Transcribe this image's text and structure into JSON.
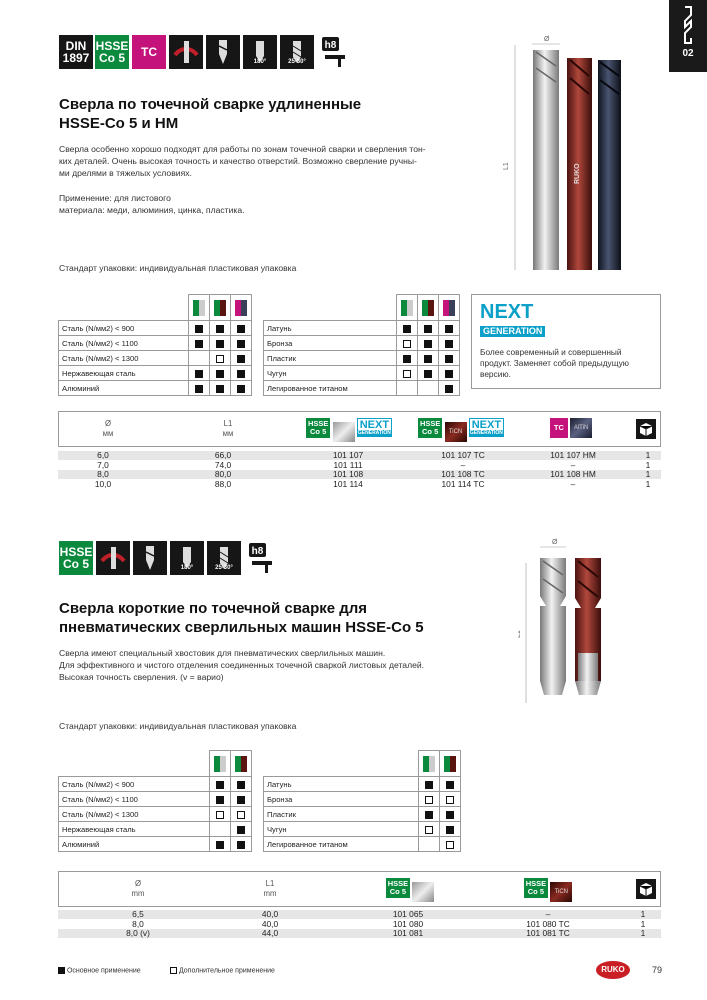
{
  "page": {
    "chapter": "02",
    "number": "79",
    "brand": "RUKO"
  },
  "section1": {
    "badges": [
      "DIN",
      "1897",
      "HSSE",
      "Co 5",
      "TC",
      "180°",
      "25-30°",
      "h8"
    ],
    "title_line1": "Сверла  по точечной сварке удлиненные",
    "title_line2": "HSSE-Co 5 и HM",
    "desc_lines": [
      "Сверла особенно хорошо подходят для работы по зонам точечной сварки и сверления тон-",
      "ких деталей. Очень высокая точность и качество отверстий. Возможно сверление ручны-",
      "ми дрелями в тяжелых условиях."
    ],
    "apply_lines": [
      "Применение: для листового",
      "материала: меди, алюминия, цинка, пластика."
    ],
    "packaging": "Стандарт упаковки: индивидуальная пластиковая упаковка",
    "dim_d": "Ø",
    "dim_l": "L1",
    "next_title": "NEXT",
    "next_sub": "GENERATION",
    "next_desc_lines": [
      "Более современный и совершенный",
      "продукт. Заменяет собой предыдущую",
      "версию."
    ],
    "mat_left": [
      {
        "name": "Сталь (N/мм2) < 900",
        "v": [
          "f",
          "f",
          "f"
        ]
      },
      {
        "name": "Сталь (N/мм2) < 1100",
        "v": [
          "f",
          "f",
          "f"
        ]
      },
      {
        "name": "Сталь (N/мм2) < 1300",
        "v": [
          "",
          "e",
          "f"
        ]
      },
      {
        "name": "Нержавеющая сталь",
        "v": [
          "f",
          "f",
          "f"
        ]
      },
      {
        "name": "Алюминий",
        "v": [
          "f",
          "f",
          "f"
        ]
      }
    ],
    "mat_right": [
      {
        "name": "Латунь",
        "v": [
          "f",
          "f",
          "f"
        ]
      },
      {
        "name": "Бронза",
        "v": [
          "e",
          "f",
          "f"
        ]
      },
      {
        "name": "Пластик",
        "v": [
          "f",
          "f",
          "f"
        ]
      },
      {
        "name": "Чугун",
        "v": [
          "e",
          "f",
          "f"
        ]
      },
      {
        "name": "Легированное титаном",
        "v": [
          "",
          "",
          "f"
        ]
      }
    ],
    "table_headers": {
      "d": "Ø",
      "d_unit": "мм",
      "l": "L1",
      "l_unit": "мм",
      "tag1a": "HSSE",
      "tag1b": "Co 5",
      "next": "NEXT",
      "gen": "GENERATION",
      "tin": "TiCN",
      "tc": "TC",
      "altin": "AlTiN"
    },
    "rows": [
      [
        "6,0",
        "66,0",
        "101 107",
        "101 107 TC",
        "101 107 HM",
        "1"
      ],
      [
        "7,0",
        "74,0",
        "101 111",
        "–",
        "–",
        "1"
      ],
      [
        "8,0",
        "80,0",
        "101 108",
        "101 108 TC",
        "101 108 HM",
        "1"
      ],
      [
        "10,0",
        "88,0",
        "101 114",
        "101 114 TC",
        "–",
        "1"
      ]
    ]
  },
  "section2": {
    "badges": [
      "HSSE",
      "Co 5",
      "180°",
      "25-30°",
      "h8"
    ],
    "title_line1": "Сверла короткие по точечной сварке для",
    "title_line2": "пневматических сверлильных машин HSSE-Co 5",
    "desc_lines": [
      "Сверла имеют специальный хвостовик для пневматических сверлильных машин.",
      "Для эффективного и чистого отделения соединенных точечной сваркой листовых деталей.",
      "Высокая точность сверления. (v = варио)"
    ],
    "packaging": "Стандарт упаковки: индивидуальная пластиковая упаковка",
    "dim_d": "Ø",
    "dim_l": "L1",
    "mat_left": [
      {
        "name": "Сталь (N/мм2) < 900",
        "v": [
          "f",
          "f"
        ]
      },
      {
        "name": "Сталь (N/мм2) < 1100",
        "v": [
          "f",
          "f"
        ]
      },
      {
        "name": "Сталь (N/мм2) < 1300",
        "v": [
          "e",
          "e"
        ]
      },
      {
        "name": "Нержавеющая сталь",
        "v": [
          "",
          "f"
        ]
      },
      {
        "name": "Алюминий",
        "v": [
          "f",
          "f"
        ]
      }
    ],
    "mat_right": [
      {
        "name": "Латунь",
        "v": [
          "f",
          "f"
        ]
      },
      {
        "name": "Бронза",
        "v": [
          "e",
          "e"
        ]
      },
      {
        "name": "Пластик",
        "v": [
          "f",
          "f"
        ]
      },
      {
        "name": "Чугун",
        "v": [
          "e",
          "f"
        ]
      },
      {
        "name": "Легированное титаном",
        "v": [
          "",
          "e"
        ]
      }
    ],
    "table_headers": {
      "d": "Ø",
      "d_unit": "mm",
      "l": "L1",
      "l_unit": "mm",
      "tag1a": "HSSE",
      "tag1b": "Co 5",
      "tin": "TiCN"
    },
    "rows": [
      [
        "6,5",
        "40,0",
        "101 065",
        "–",
        "1"
      ],
      [
        "8,0",
        "40,0",
        "101 080",
        "101 080 TC",
        "1"
      ],
      [
        "8,0 (v)",
        "44,0",
        "101 081",
        "101 081 TC",
        "1"
      ]
    ]
  },
  "legend": {
    "main": "Основное применение",
    "extra": "Дополнительное применение"
  }
}
